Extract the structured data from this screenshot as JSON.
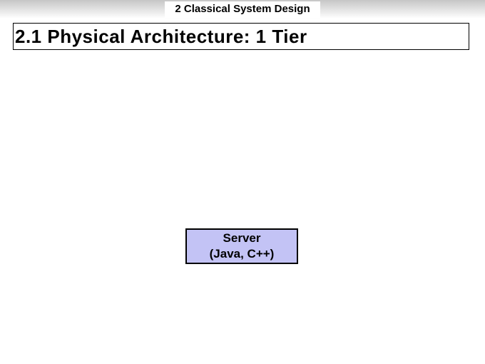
{
  "slide": {
    "header": {
      "label": "2 Classical System Design"
    },
    "title": {
      "text": "2.1 Physical Architecture: 1 Tier"
    },
    "diagram": {
      "server_box": {
        "line1": "Server",
        "line2": "(Java, C++)"
      }
    },
    "colors": {
      "header_gradient_top": "#c6c6c6",
      "server_box_fill": "#c3c3f5",
      "border": "#000000"
    }
  }
}
